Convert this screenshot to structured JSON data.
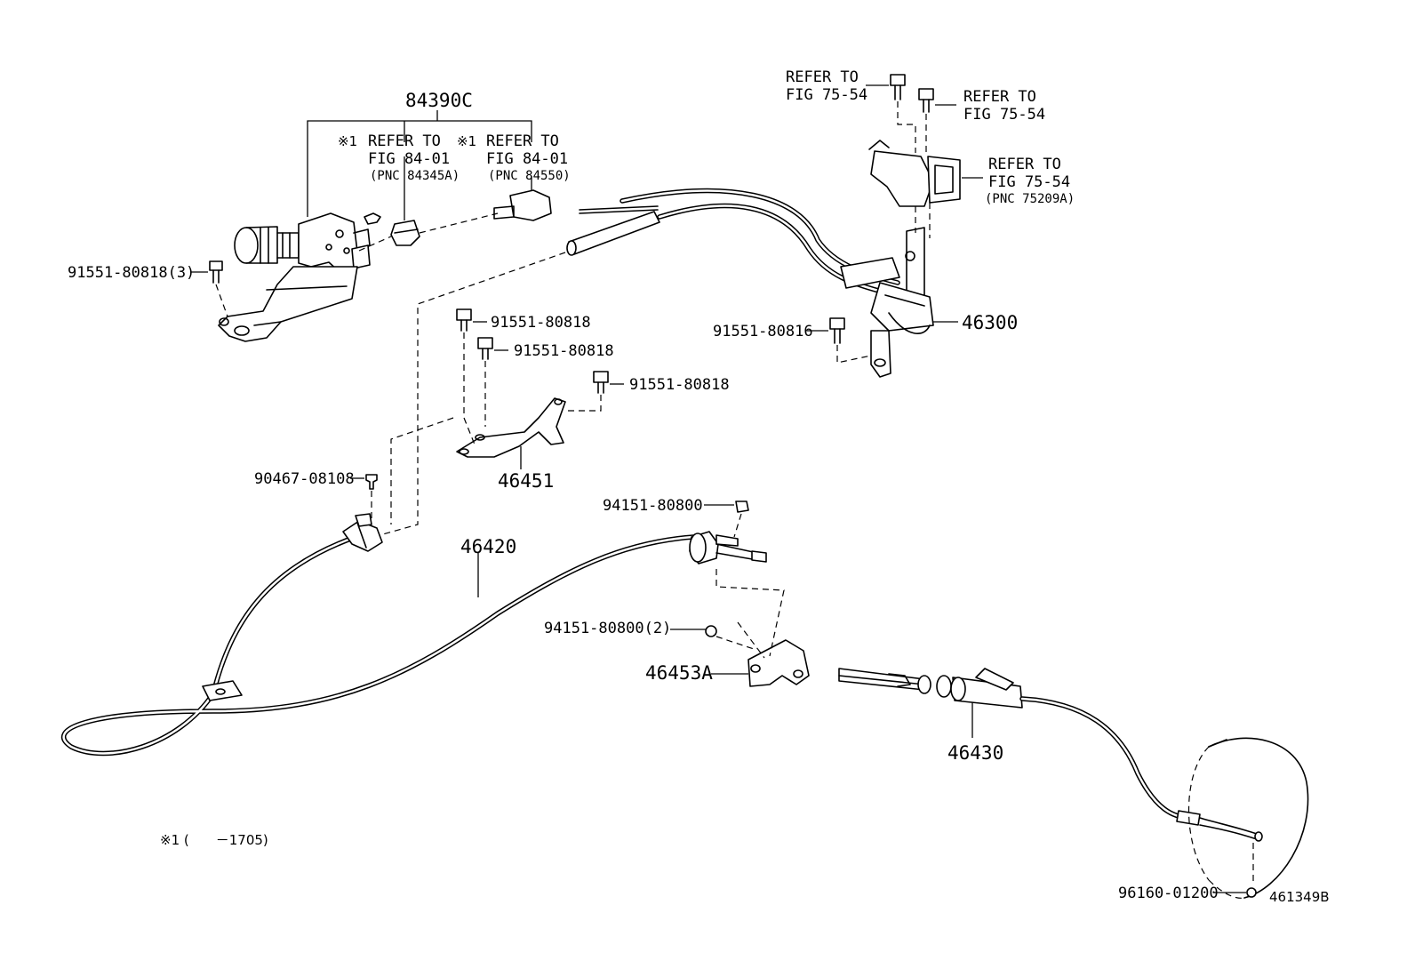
{
  "labels": {
    "assembly_84390C": "84390C",
    "note_ref1_mark": "※1",
    "note_ref1_line1": "REFER TO",
    "note_ref1_line2": "FIG 84-01",
    "note_ref1_line3": "(PNC 84345A)",
    "note_ref2_mark": "※1",
    "note_ref2_line1": "REFER TO",
    "note_ref2_line2": "FIG 84-01",
    "note_ref2_line3": "(PNC 84550)",
    "bolt_91551_80818_3": "91551-80818(3)",
    "ref_top_left_line1": "REFER TO",
    "ref_top_left_line2": "FIG 75-54",
    "ref_top_right_line1": "REFER TO",
    "ref_top_right_line2": "FIG 75-54",
    "ref_side_line1": "REFER TO",
    "ref_side_line2": "FIG 75-54",
    "ref_side_line3": "(PNC 75209A)",
    "part_46300": "46300",
    "bolt_91551_80816": "91551-80816",
    "bolt_91551_80818_a": "91551-80818",
    "bolt_91551_80818_b": "91551-80818",
    "bolt_91551_80818_c": "91551-80818",
    "bracket_46451": "46451",
    "clip_90467_08108": "90467-08108",
    "nut_94151_80800": "94151-80800",
    "cable_46420": "46420",
    "nut_94151_80800_2": "94151-80800(2)",
    "bracket_46453A": "46453A",
    "cable_46430": "46430",
    "clip_96160_01200": "96160-01200",
    "footnote": "※1 (　　－1705)",
    "diagram_id": "461349B"
  }
}
